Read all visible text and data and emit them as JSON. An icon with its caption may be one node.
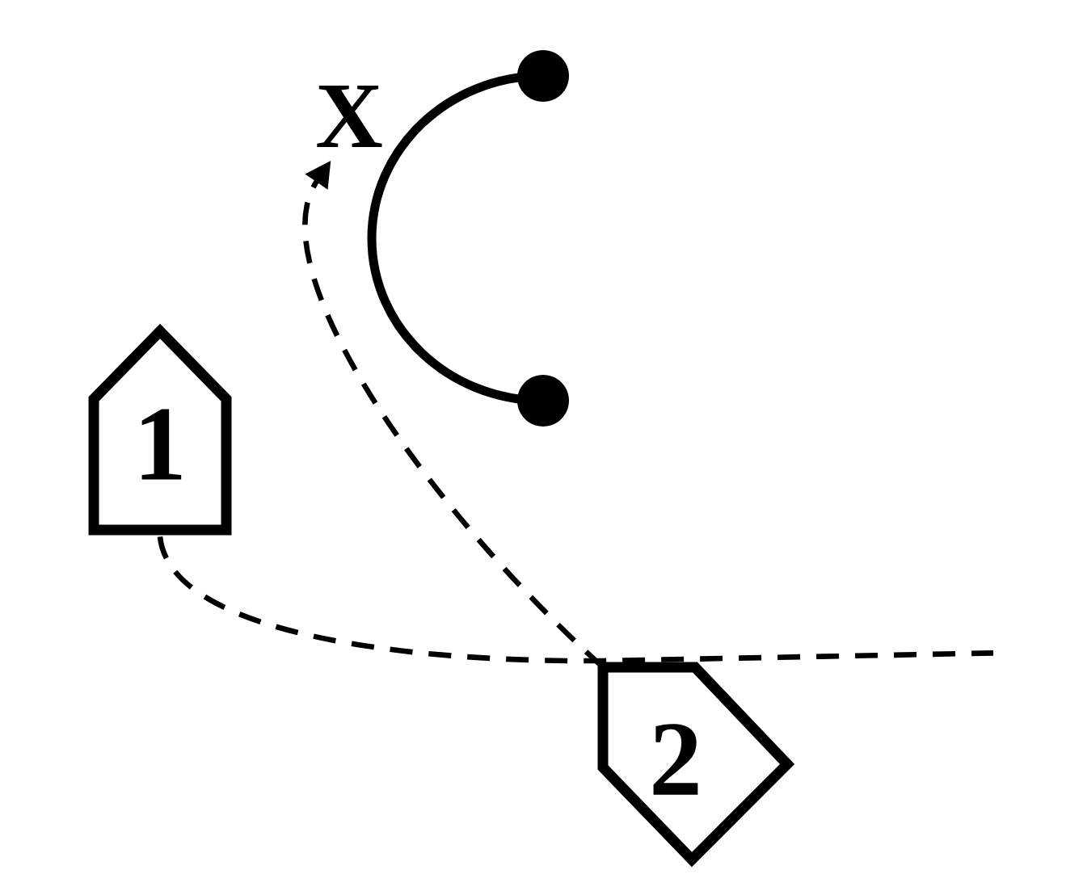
{
  "diagram": {
    "nodes": [
      {
        "text": [
          "1"
        ]
      },
      {
        "text": [
          "2"
        ]
      },
      {
        "text": [
          "X"
        ]
      }
    ],
    "edges": [
      {
        "from": 0,
        "to": null,
        "arrow": "none",
        "style": "dashed"
      },
      {
        "from": 1,
        "to": 2,
        "arrow": "to",
        "style": "dashed"
      }
    ]
  }
}
